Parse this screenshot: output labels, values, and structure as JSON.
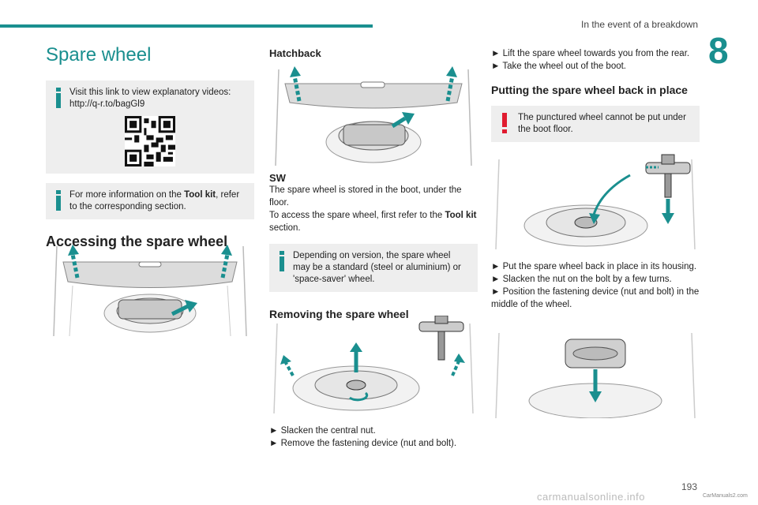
{
  "header": {
    "section_title": "In the event of a breakdown",
    "chapter_number": "8"
  },
  "col1": {
    "title": "Spare wheel",
    "videos_note": "Visit this link to view explanatory videos: http://q-r.to/bagGl9",
    "toolkit_pre": "For more information on the ",
    "toolkit_bold": "Tool kit",
    "toolkit_post": ", refer to the corresponding section.",
    "access_heading": "Accessing the spare wheel"
  },
  "col2": {
    "hatchback_label": "Hatchback",
    "sw_label": "SW",
    "sw_text": "The spare wheel is stored in the boot, under the floor.",
    "access_pre": "To access the spare wheel, first refer to the ",
    "access_bold": "Tool kit",
    "access_post": " section.",
    "version_note": "Depending on version, the spare wheel may be a standard (steel or aluminium) or 'space-saver' wheel.",
    "removing_heading": "Removing the spare wheel",
    "step1": "► Slacken the central nut.",
    "step2": "► Remove the fastening device (nut and bolt)."
  },
  "col3": {
    "step3": "► Lift the spare wheel towards you from the rear.",
    "step4": "► Take the wheel out of the boot.",
    "putting_heading": "Putting the spare wheel back in place",
    "warning": "The punctured wheel cannot be put under the boot floor.",
    "step5": "► Put the spare wheel back in place in its housing.",
    "step6": "► Slacken the nut on the bolt by a few turns.",
    "step7": "► Position the fastening device (nut and bolt) in the middle of the wheel."
  },
  "footer": {
    "page_number": "193",
    "watermark": "carmanualsonline.info",
    "watermark_small": "CarManuals2.com"
  },
  "colors": {
    "accent": "#1a8f8f",
    "warning": "#e01b2f",
    "box_bg": "#eeeeee"
  }
}
